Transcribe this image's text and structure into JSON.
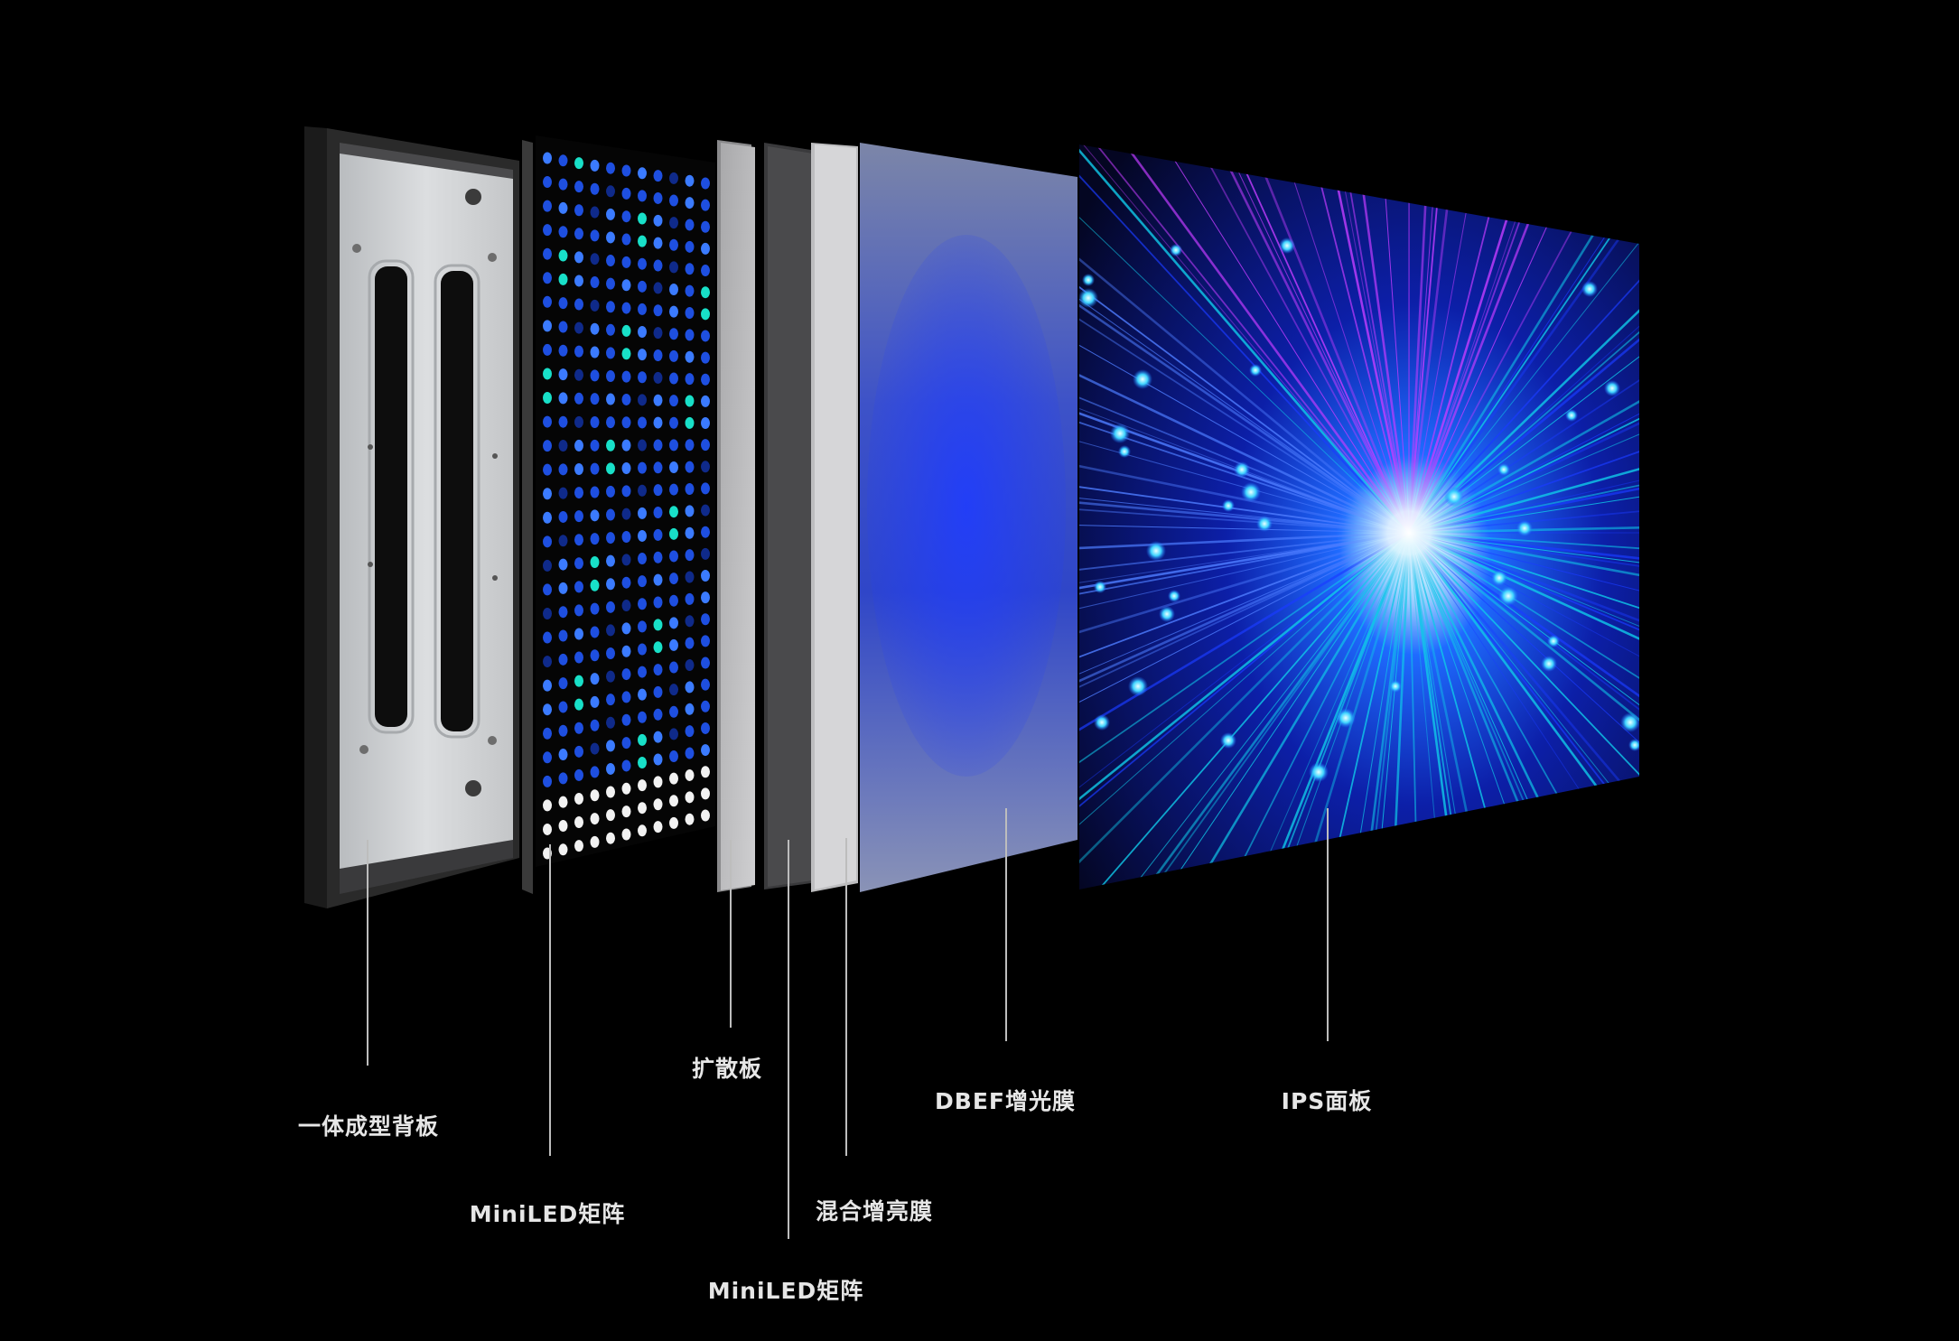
{
  "layers": [
    {
      "id": "backplate",
      "label": "一体成型背板"
    },
    {
      "id": "miniled-array",
      "label": "MiniLED矩阵"
    },
    {
      "id": "diffuser",
      "label": "扩散板"
    },
    {
      "id": "miniled-array-2",
      "label": "MiniLED矩阵"
    },
    {
      "id": "hybrid-film",
      "label": "混合增亮膜"
    },
    {
      "id": "dbef-film",
      "label": "DBEF增光膜"
    },
    {
      "id": "ips-panel",
      "label": "IPS面板"
    }
  ],
  "colors": {
    "background": "#000000",
    "label": "#e6e6e6",
    "leader": "#bdbdbd",
    "led_blue": "#1e4fe0",
    "led_cyan": "#18e0c8",
    "burst_core": "#ffffff",
    "burst_blue": "#1a3cff",
    "burst_cyan": "#10c8e8",
    "burst_magenta": "#c23cff"
  }
}
